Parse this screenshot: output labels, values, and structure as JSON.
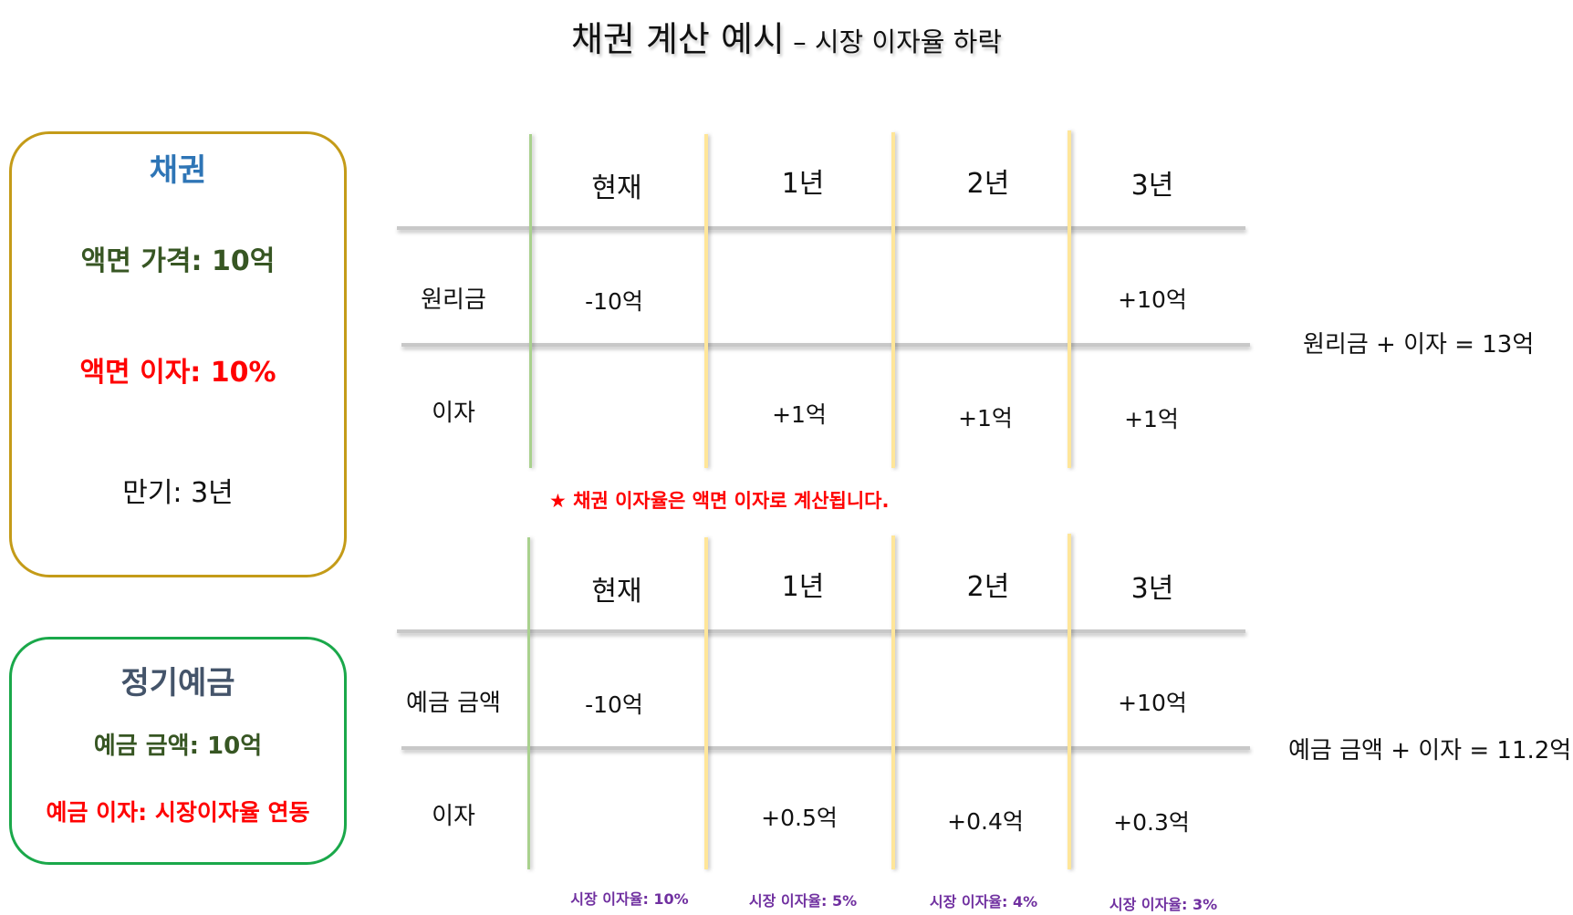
{
  "title": {
    "main": "채권 계산 예시",
    "sub": " – 시장 이자율 하락"
  },
  "bond_box": {
    "title": "채권",
    "face_value": "액면 가격: 10억",
    "coupon": "액면 이자: 10%",
    "maturity": "만기: 3년",
    "border_color": "#c49b18"
  },
  "deposit_box": {
    "title": "정기예금",
    "amount": "예금 금액: 10억",
    "rate": "예금 이자: 시장이자율 연동",
    "border_color": "#1aa84a"
  },
  "bond_table": {
    "headers": [
      "현재",
      "1년",
      "2년",
      "3년"
    ],
    "rows": [
      {
        "label": "원리금",
        "cells": [
          "-10억",
          "",
          "",
          "+10억"
        ]
      },
      {
        "label": "이자",
        "cells": [
          "",
          "+1억",
          "+1억",
          "+1억"
        ]
      }
    ],
    "summary": "원리금 + 이자 = 13억"
  },
  "note": "★ 채권 이자율은 액면 이자로 계산됩니다.",
  "deposit_table": {
    "headers": [
      "현재",
      "1년",
      "2년",
      "3년"
    ],
    "rows": [
      {
        "label": "예금 금액",
        "cells": [
          "-10억",
          "",
          "",
          "+10억"
        ]
      },
      {
        "label": "이자",
        "cells": [
          "",
          "+0.5억",
          "+0.4억",
          "+0.3억"
        ]
      }
    ],
    "summary": "예금 금액 + 이자 = 11.2억"
  },
  "market_rates": [
    "시장 이자율: 10%",
    "시장 이자율: 5%",
    "시장 이자율: 4%",
    "시장 이자율: 3%"
  ],
  "colors": {
    "bond_title": "#2e75b6",
    "face_value": "#375623",
    "coupon": "#ff0000",
    "deposit_title": "#44546a",
    "market_rate": "#7030a0",
    "column_divider": "#ffe699",
    "row_header_divider": "#a9d18e"
  }
}
